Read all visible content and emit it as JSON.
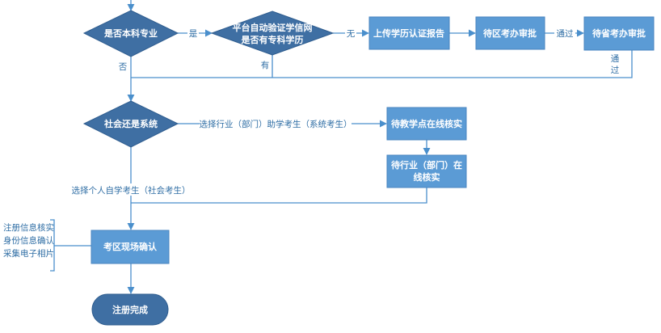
{
  "nodes": {
    "is_bachelor": "是否本科专业",
    "verify_chsi_line1": "平台自动验证学信网",
    "verify_chsi_line2": "是否有专科学历",
    "upload_report": "上传学历认证报告",
    "district_review": "待区考办审批",
    "province_review": "待省考办审批",
    "social_or_system": "社会还是系统",
    "teaching_point_verify": "待教学点在线核实",
    "industry_verify_line1": "待行业（部门）在",
    "industry_verify_line2": "线核实",
    "onsite_confirm": "考区现场确认",
    "registration_done": "注册完成"
  },
  "edges": {
    "yes": "是",
    "no": "否",
    "none": "无",
    "has": "有",
    "approved_1": "通过",
    "approved_2_line1": "通",
    "approved_2_line2": "过",
    "system_candidate": "选择行业（部门）助学考生（系统考生）",
    "social_candidate": "选择个人自学考生（社会考生）"
  },
  "notes": {
    "onsite_items": [
      "注册信息核实",
      "身份信息确认",
      "采集电子相片"
    ]
  }
}
